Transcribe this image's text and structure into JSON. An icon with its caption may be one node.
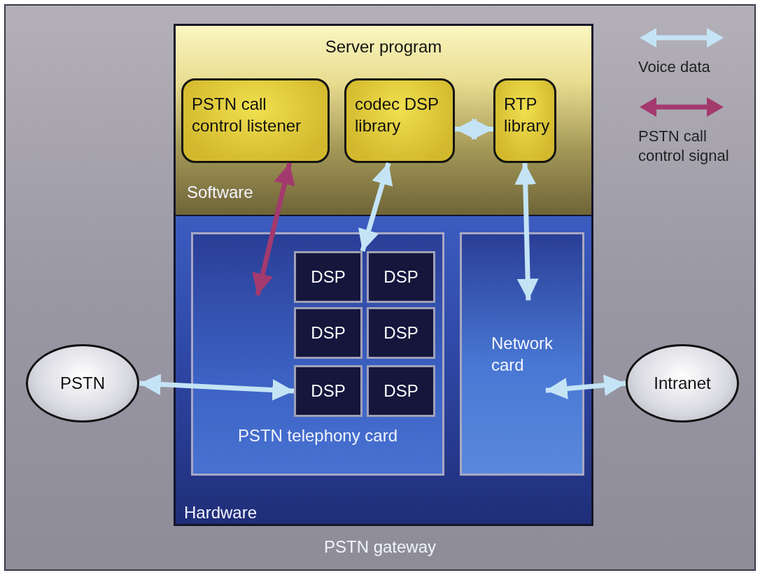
{
  "diagram": {
    "nodes": [
      {
        "text": [
          "PSTN gateway"
        ]
      },
      {
        "text": [
          "Server program",
          "Software"
        ],
        "in": 0
      },
      {
        "text": [
          "PSTN call control listener"
        ],
        "in": 1
      },
      {
        "text": [
          "codec DSP library"
        ],
        "in": 1
      },
      {
        "text": [
          "RTP library"
        ],
        "in": 1
      },
      {
        "text": [
          "Hardware"
        ],
        "in": 0
      },
      {
        "text": [
          "PSTN telephony card"
        ],
        "in": 5
      },
      {
        "text": [
          "DSP"
        ],
        "in": 6
      },
      {
        "text": [
          "DSP"
        ],
        "in": 6
      },
      {
        "text": [
          "DSP"
        ],
        "in": 6
      },
      {
        "text": [
          "DSP"
        ],
        "in": 6
      },
      {
        "text": [
          "DSP"
        ],
        "in": 6
      },
      {
        "text": [
          "DSP"
        ],
        "in": 6
      },
      {
        "text": [
          "Network card"
        ],
        "in": 5
      },
      {
        "text": [
          "PSTN"
        ],
        "in": 0
      },
      {
        "text": [
          "Intranet"
        ],
        "in": 0
      }
    ],
    "edges": [
      {
        "from": 2,
        "to": null,
        "arrow": "both",
        "color": "#a33a6e"
      },
      {
        "from": 3,
        "to": 7,
        "arrow": "both"
      },
      {
        "from": 3,
        "to": 4,
        "arrow": "both"
      },
      {
        "from": 4,
        "to": 13,
        "arrow": "both"
      },
      {
        "from": 14,
        "to": 11,
        "arrow": "both"
      },
      {
        "from": 13,
        "to": 15,
        "arrow": "both"
      }
    ],
    "legend": [
      {
        "text": "Voice data"
      },
      {
        "text": "PSTN call control signal"
      }
    ]
  }
}
